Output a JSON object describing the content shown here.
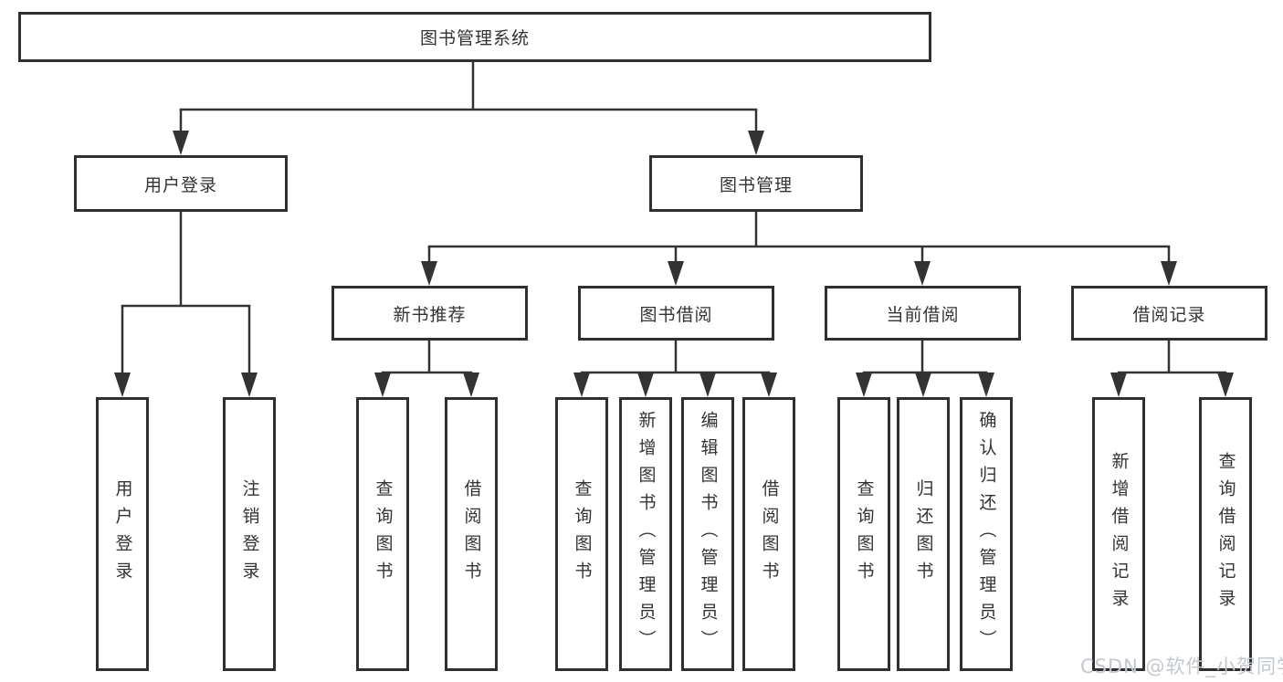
{
  "diagram": {
    "root": {
      "label": "图书管理系统"
    },
    "branches": [
      {
        "label": "用户登录",
        "children": [
          {
            "label": "用户登录"
          },
          {
            "label": "注销登录"
          }
        ]
      },
      {
        "label": "图书管理",
        "children": [
          {
            "label": "新书推荐",
            "children": [
              {
                "label": "查询图书"
              },
              {
                "label": "借阅图书"
              }
            ]
          },
          {
            "label": "图书借阅",
            "children": [
              {
                "label": "查询图书"
              },
              {
                "label": "新增图书（管理员）"
              },
              {
                "label": "编辑图书（管理员）"
              },
              {
                "label": "借阅图书"
              }
            ]
          },
          {
            "label": "当前借阅",
            "children": [
              {
                "label": "查询图书"
              },
              {
                "label": "归还图书"
              },
              {
                "label": "确认归还（管理员）"
              }
            ]
          },
          {
            "label": "借阅记录",
            "children": [
              {
                "label": "新增借阅记录"
              },
              {
                "label": "查询借阅记录"
              }
            ]
          }
        ]
      }
    ]
  },
  "watermark": {
    "text": "CSDN @软件_小贺同学"
  },
  "colors": {
    "line": "#333333",
    "border": "#2f2f2f",
    "text": "#333333",
    "box-bg": "#ffffff",
    "page-bg": "#ffffff",
    "watermark": "#c3c7ce"
  }
}
